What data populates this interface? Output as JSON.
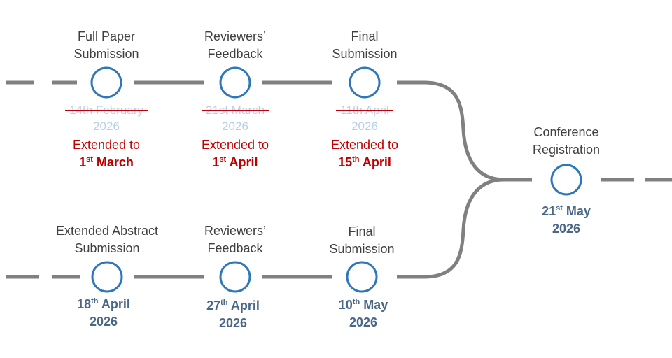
{
  "colors": {
    "line": "#808080",
    "node": "#2e78b9",
    "dark_text": "#404040",
    "red": "#c00000",
    "blue_text": "#4a6787",
    "struck": "#b8cfe6"
  },
  "track1": {
    "full_paper": {
      "title_1": "Full Paper",
      "title_2": "Submission",
      "old_1": "14th February",
      "old_2": "2026",
      "ext": "Extended to",
      "new_num": "1",
      "new_sup": "st",
      "new_rest": " March"
    },
    "feedback": {
      "title_1": "Reviewers’",
      "title_2": "Feedback",
      "old_1": "21st March",
      "old_2": "2026",
      "ext": "Extended to",
      "new_num": "1",
      "new_sup": "st",
      "new_rest": " April"
    },
    "final": {
      "title_1": "Final",
      "title_2": "Submission",
      "old_1": "11th April",
      "old_2": "2026",
      "ext": "Extended to",
      "new_num": "15",
      "new_sup": "th",
      "new_rest": " April"
    }
  },
  "track2": {
    "abstract": {
      "title_1": "Extended Abstract",
      "title_2": "Submission",
      "date_num": "18",
      "date_sup": "th",
      "date_rest": " April",
      "year": "2026"
    },
    "feedback": {
      "title_1": "Reviewers’",
      "title_2": "Feedback",
      "date_num": "27",
      "date_sup": "th",
      "date_rest": " April",
      "year": "2026"
    },
    "final": {
      "title_1": "Final",
      "title_2": "Submission",
      "date_num": "10",
      "date_sup": "th",
      "date_rest": " May",
      "year": "2026"
    }
  },
  "conference": {
    "title_1": "Conference",
    "title_2": "Registration",
    "date_num": "21",
    "date_sup": "st",
    "date_rest": " May",
    "year": "2026"
  }
}
